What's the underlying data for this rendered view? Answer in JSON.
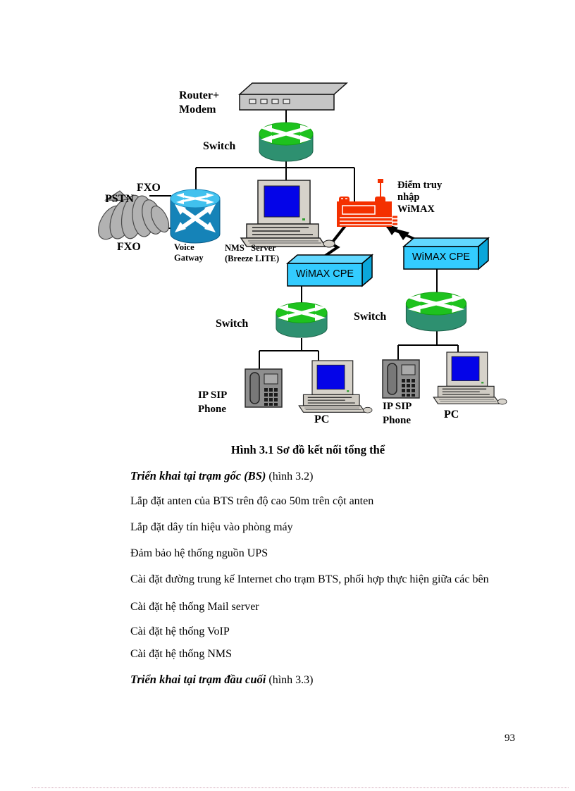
{
  "page": {
    "number": "93"
  },
  "figure": {
    "caption": "Hình 3.1 Sơ đồ kết nối tổng thể",
    "labels": {
      "router_modem": "Router+\nModem",
      "switch_top": "Switch",
      "fxo_top": "FXO",
      "pstn": "PSTN",
      "fxo_bottom": "FXO",
      "voice_gateway": "Voice\nGatway",
      "nms_server": "NMS   Server\n(Breeze LITE)",
      "wimax_ap": "Điểm truy\nnhập\nWiMAX",
      "wimax_cpe_left": "WiMAX CPE",
      "wimax_cpe_right": "WiMAX CPE",
      "switch_left": "Switch",
      "switch_right": "Switch",
      "ip_sip_phone_left": "IP SIP\nPhone",
      "pc_left": "PC",
      "ip_sip_phone_right": "IP SIP\nPhone",
      "pc_right": "PC"
    },
    "colors": {
      "switch_green": "#1ec21e",
      "switch_green_side": "#2e9070",
      "gateway_blue": "#1583b8",
      "gateway_blue_top": "#41c1ee",
      "cpe_cyan": "#33ccff",
      "cpe_cyan_side": "#0aa6da",
      "ap_red": "#f43000",
      "device_gray": "#c6c6c6",
      "screen_blue": "#0404e8",
      "cloud_gray": "#b2b2b2"
    }
  },
  "content": {
    "paragraphs": [
      {
        "bold": "Triển khai tại trạm gốc (BS)",
        "rest": " (hình 3.2)"
      },
      {
        "text": "Lắp đặt anten của BTS  trên độ cao 50m trên cột anten"
      },
      {
        "text": "Lắp đặt dây tín hiệu vào  phòng máy"
      },
      {
        "text": "Đảm bảo hệ thống nguồn  UPS"
      },
      {
        "text": "Cài đặt đường trung kế Internet cho trạm BTS, phối hợp thực hiện giữa các bên"
      },
      {
        "text": "Cài đặt hệ thống Mail server"
      },
      {
        "text": "Cài đặt hệ thống VoIP"
      },
      {
        "text": "Cài đặt hệ thống NMS"
      },
      {
        "bold": "Triển khai tại trạm đầu cuối",
        "rest": " (hình 3.3)"
      }
    ]
  }
}
